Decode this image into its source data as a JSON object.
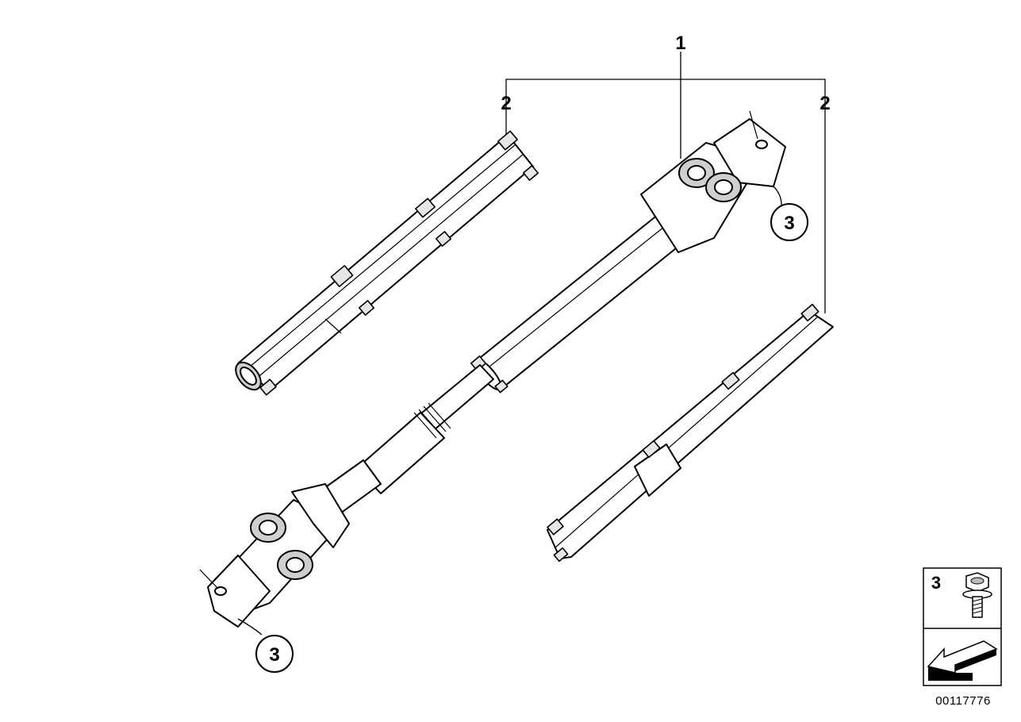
{
  "labels": {
    "assembly": "1",
    "cover_left": "2",
    "cover_right": "2",
    "bolt_top": "3",
    "bolt_bottom": "3"
  },
  "legend": {
    "item_number": "3"
  },
  "part_number": "00117776"
}
